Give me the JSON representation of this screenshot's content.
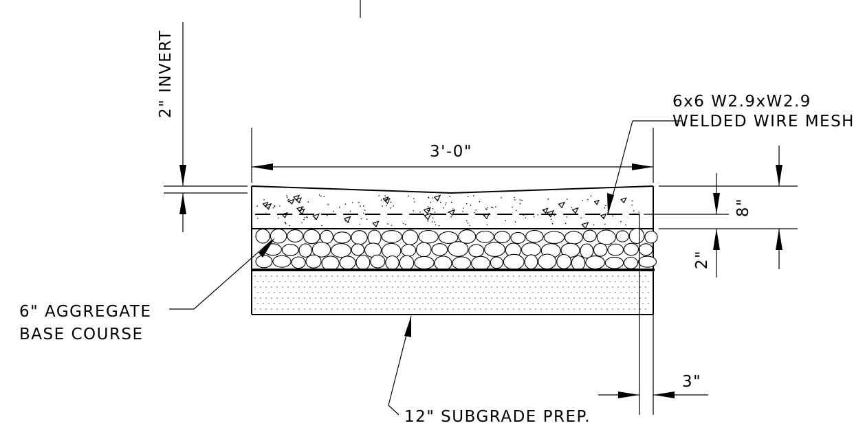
{
  "labels": {
    "invert": "2\" INVERT",
    "width": "3'-0\"",
    "mesh_line1": "6x6  W2.9xW2.9",
    "mesh_line2": "WELDED  WIRE  MESH",
    "thickness": "8\"",
    "base_dim": "2\"",
    "aggregate_line1": "6\" AGGREGATE",
    "aggregate_line2": "BASE COURSE",
    "subgrade": "12\" SUBGRADE PREP.",
    "offset": "3\""
  }
}
